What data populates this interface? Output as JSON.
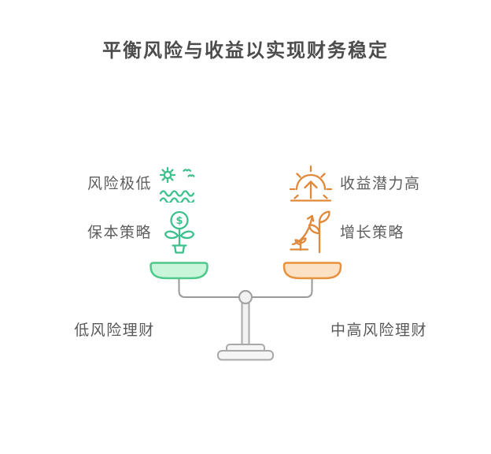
{
  "title": "平衡风险与收益以实现财务稳定",
  "left_side": {
    "features": [
      {
        "label": "风险极低",
        "icon": "calm-sea-icon"
      },
      {
        "label": "保本策略",
        "icon": "money-plant-icon"
      }
    ],
    "footer_label": "低风险理财"
  },
  "right_side": {
    "features": [
      {
        "label": "收益潜力高",
        "icon": "sunrise-arrow-icon"
      },
      {
        "label": "增长策略",
        "icon": "growth-plant-icon"
      }
    ],
    "footer_label": "中高风险理财"
  },
  "money_symbol": "$",
  "colors": {
    "green_accent": "#3ec08d",
    "green_bowl_fill": "#c9f6da",
    "green_bowl_stroke": "#4fc98b",
    "orange_accent": "#e0893b",
    "orange_bowl_fill": "#fce1c4",
    "orange_bowl_stroke": "#e8913d",
    "beam_gray": "#999999",
    "stand_fill": "#f2f2f2",
    "stand_stroke": "#a8a8a8",
    "title_text": "#4c4c4c",
    "label_text": "#5e5e5e"
  }
}
